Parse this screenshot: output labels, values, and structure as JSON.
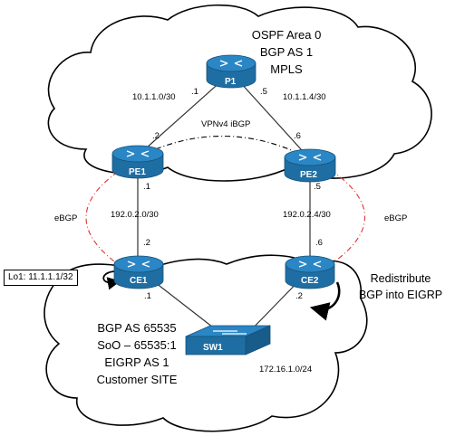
{
  "clouds": {
    "provider": {
      "lines": [
        "OSPF Area 0",
        "BGP AS 1",
        "MPLS"
      ]
    },
    "customer": {
      "lines": [
        "BGP AS 65535",
        "SoO – 65535:1",
        "EIGRP AS 1",
        "Customer SITE"
      ]
    }
  },
  "devices": {
    "p1": {
      "label": "P1",
      "type": "router"
    },
    "pe1": {
      "label": "PE1",
      "type": "router"
    },
    "pe2": {
      "label": "PE2",
      "type": "router"
    },
    "ce1": {
      "label": "CE1",
      "type": "router"
    },
    "ce2": {
      "label": "CE2",
      "type": "router"
    },
    "sw1": {
      "label": "SW1",
      "type": "switch"
    }
  },
  "links": {
    "p1_pe1": {
      "subnet": "10.1.1.0/30",
      "p1_end": ".1",
      "pe1_end": ".2"
    },
    "p1_pe2": {
      "subnet": "10.1.1.4/30",
      "p1_end": ".5",
      "pe2_end": ".6"
    },
    "pe1_pe2": {
      "label": "VPNv4 iBGP"
    },
    "pe1_ce1": {
      "subnet": "192.0.2.0/30",
      "pe1_end": ".1",
      "ce1_end": ".2",
      "session": "eBGP"
    },
    "pe2_ce2": {
      "subnet": "192.0.2.4/30",
      "pe2_end": ".5",
      "ce2_end": ".6",
      "session": "eBGP"
    },
    "lan": {
      "subnet": "172.16.1.0/24",
      "ce1_end": ".1",
      "ce2_end": ".2"
    }
  },
  "annotations": {
    "loopback": "Lo1: 11.1.1.1/32",
    "redistribute": [
      "Redistribute",
      "BGP into EIGRP"
    ]
  },
  "colors": {
    "router_body": "#1f6ea3",
    "router_top": "#2a86c4",
    "switch_body": "#1f6ea3",
    "ebgp_dash": "#e03030",
    "line": "#333333"
  }
}
